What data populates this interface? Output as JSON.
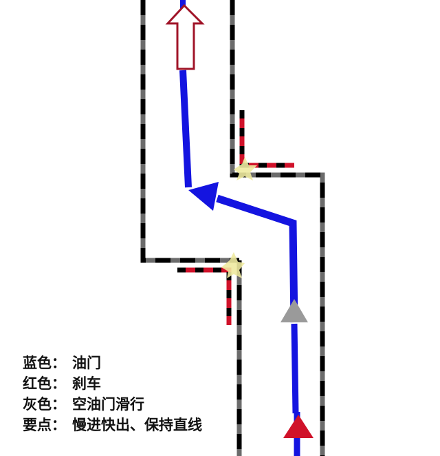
{
  "colors": {
    "throttle": "#1414e0",
    "brake": "#d0122a",
    "coast": "#9a9a9a",
    "road_dash_dark": "#000000",
    "road_dash_light": "#6b6b6b",
    "spark": "#eeeaa0",
    "background": "#ffffff"
  },
  "legend": [
    {
      "key": "蓝色：",
      "value": "油门"
    },
    {
      "key": "红色：",
      "value": "刹车"
    },
    {
      "key": "灰色：",
      "value": "空油门滑行"
    },
    {
      "key": "要点：",
      "value": "慢进快出、保持直线"
    }
  ],
  "icons": {
    "exit_arrow": "hollow-up-arrow",
    "coast_marker": "gray-triangle",
    "brake_marker": "red-triangle",
    "direction_arrowhead": "blue-arrowhead",
    "corner_spark": "impact-star"
  }
}
